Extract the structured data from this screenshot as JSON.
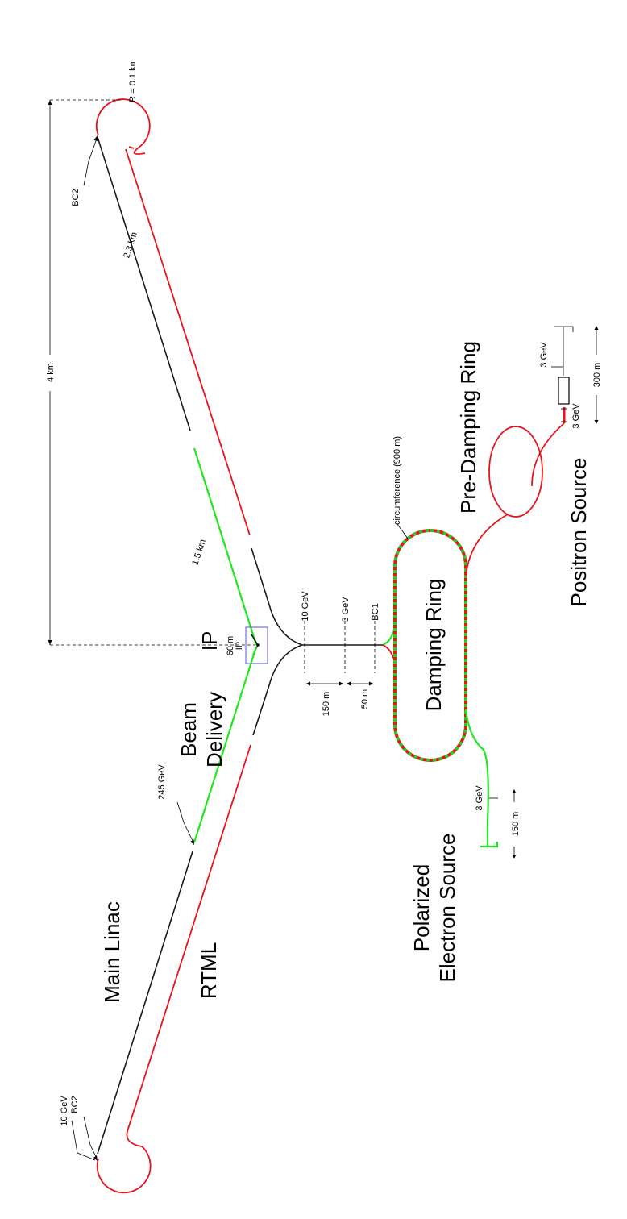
{
  "labels": {
    "r_radius": "R = 0.1 km",
    "bc2_top": "BC2",
    "bc2_bottom": "BC2",
    "ten_gev_bottom": "10 GeV",
    "len_2_3km": "2.3 km",
    "len_4km": "4 km",
    "len_1_5km": "1.5 km",
    "circumference": "circumference (900 m)",
    "ten_gev_mid": "10 GeV",
    "three_gev_mid": "3 GeV",
    "bc1": "BC1",
    "ip_small": "IP",
    "sixty_m": "60 m",
    "dist_150m": "150 m",
    "dist_50m": "50 m",
    "ev_245": "245 GeV",
    "three_gev_e": "3 GeV",
    "dist_150m_e": "150 m",
    "three_gev_p1": "3 GeV",
    "three_gev_p2": "3 GeV",
    "dist_300m": "300 m"
  },
  "titles": {
    "ip": "IP",
    "damping_ring": "Damping Ring",
    "pre_damping_ring": "Pre-Damping Ring",
    "positron_source": "Positron Source",
    "beam": "Beam",
    "delivery": "Delivery",
    "polarized": "Polarized",
    "electron_source": "Electron Source",
    "main_linac": "Main Linac",
    "rtml": "RTML"
  },
  "colors": {
    "linac": "#1a1a1a",
    "rtml": "#e8141c",
    "beam_delivery": "#22e622",
    "ip_box": "#5555dd"
  }
}
